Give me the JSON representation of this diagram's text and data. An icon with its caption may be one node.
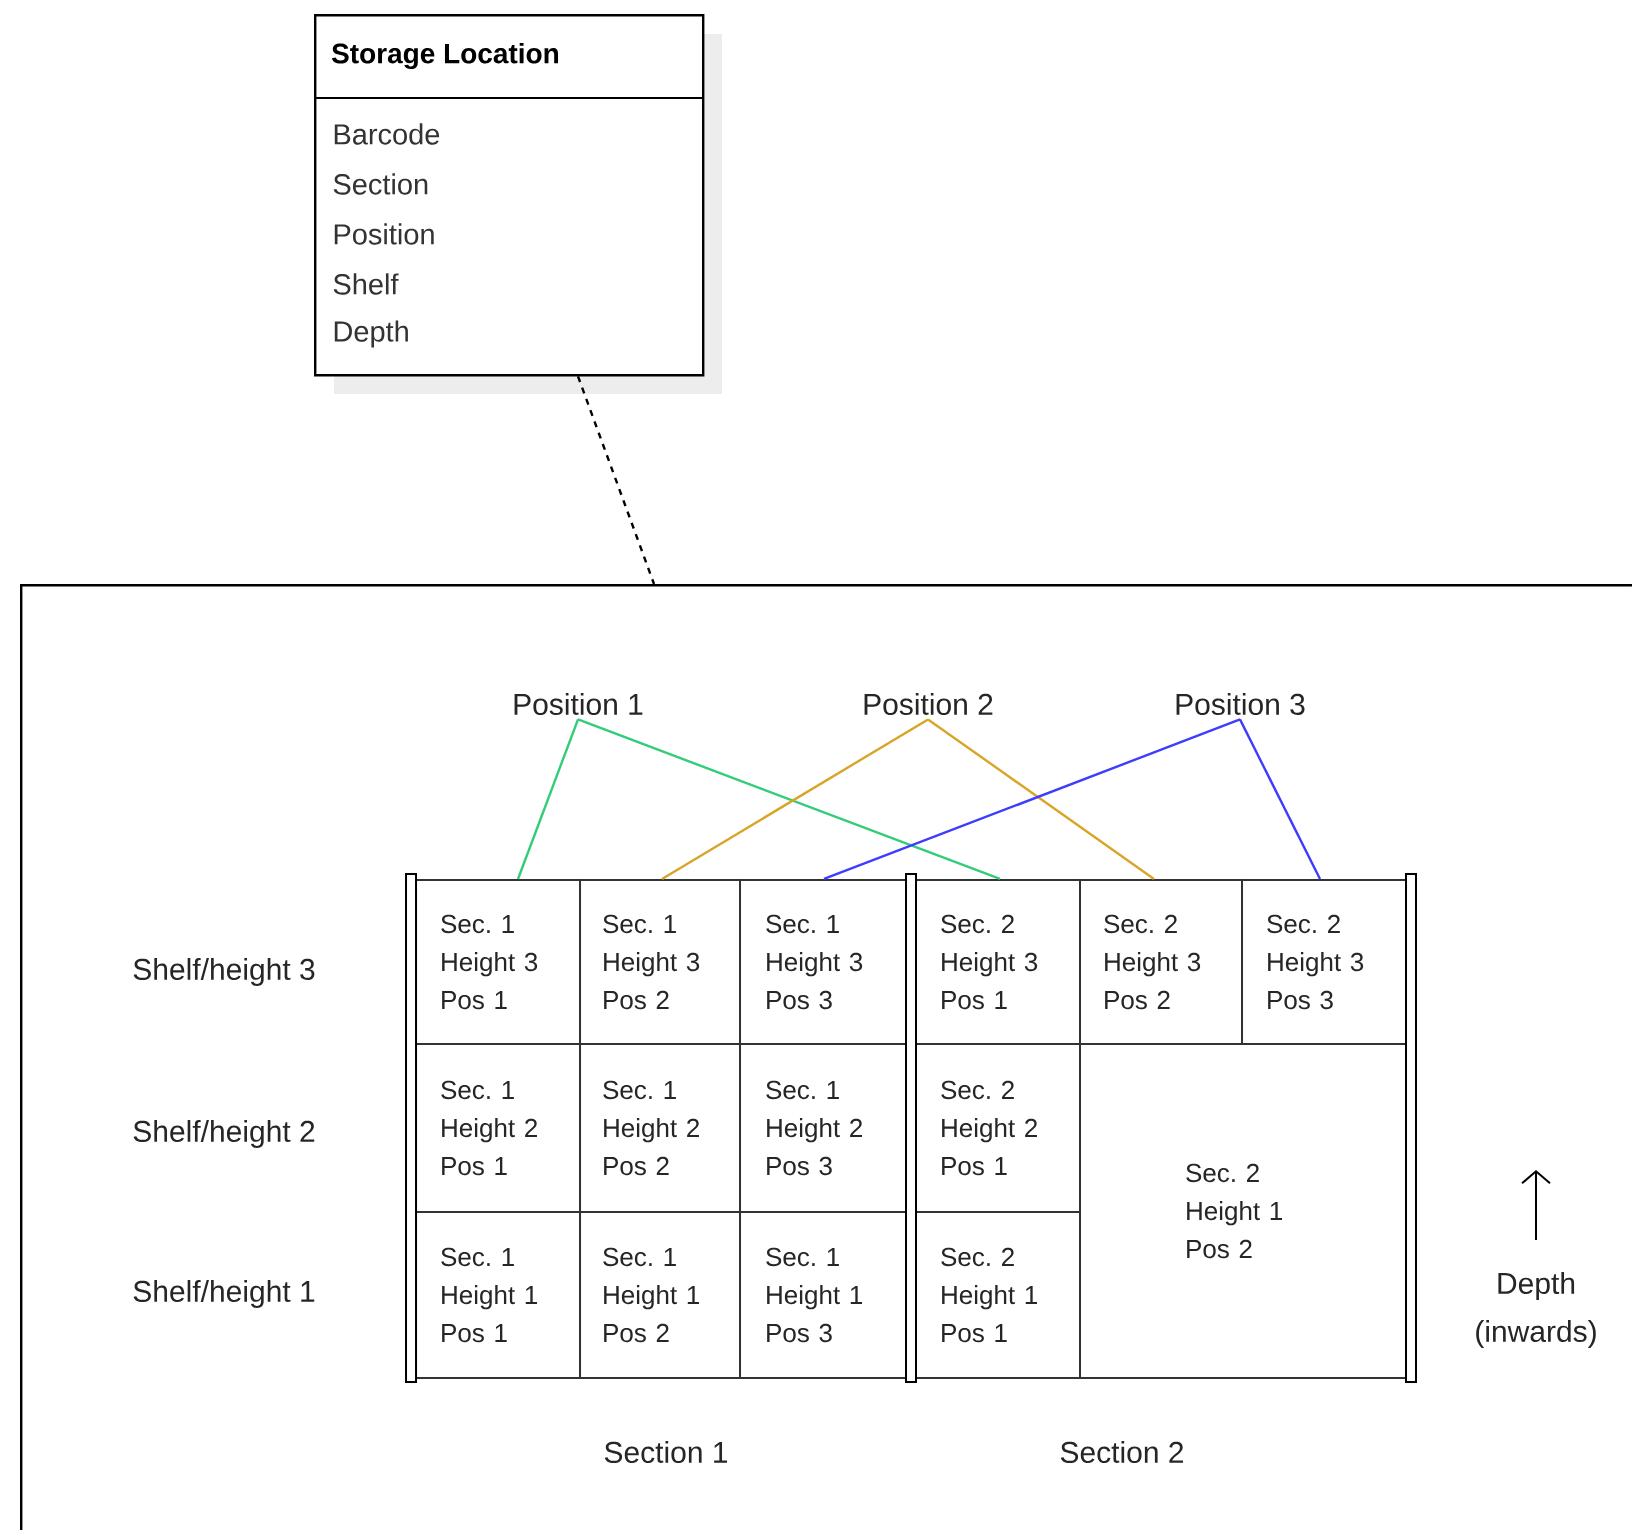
{
  "diagram": {
    "nodes": [
      {
        "text": [
          "Storage Location",
          "Barcode",
          "Section",
          "Position",
          "Shelf",
          "Depth"
        ]
      },
      {
        "text": [],
        "shape": "box"
      },
      {
        "text": [
          "Position 1"
        ],
        "in": 1
      },
      {
        "text": [
          "Position 2"
        ],
        "in": 1
      },
      {
        "text": [
          "Position 3"
        ],
        "in": 1
      },
      {
        "text": [
          "Sec. 1 Height 3 Pos 1"
        ],
        "in": 1
      },
      {
        "text": [
          "Sec. 1 Height 3 Pos 2"
        ],
        "in": 1
      },
      {
        "text": [
          "Sec. 1 Height 3 Pos 3"
        ],
        "in": 1
      },
      {
        "text": [
          "Sec. 2 Height 3 Pos 1"
        ],
        "in": 1
      },
      {
        "text": [
          "Sec. 2 Height 3 Pos 2"
        ],
        "in": 1
      },
      {
        "text": [
          "Sec. 2 Height 3 Pos 3"
        ],
        "in": 1
      },
      {
        "text": [
          "Sec. 1 Height 2 Pos 1"
        ],
        "in": 1
      },
      {
        "text": [
          "Sec. 1 Height 2 Pos 2"
        ],
        "in": 1
      },
      {
        "text": [
          "Sec. 1 Height 2 Pos 3"
        ],
        "in": 1
      },
      {
        "text": [
          "Sec. 2 Height 2 Pos 1"
        ],
        "in": 1
      },
      {
        "text": [
          "Sec. 2 Height 1 Pos 2"
        ],
        "in": 1
      },
      {
        "text": [
          "Sec. 1 Height 1 Pos 1"
        ],
        "in": 1
      },
      {
        "text": [
          "Sec. 1 Height 1 Pos 2"
        ],
        "in": 1
      },
      {
        "text": [
          "Sec. 1 Height 1 Pos 3"
        ],
        "in": 1
      },
      {
        "text": [
          "Sec. 2 Height 1 Pos 1"
        ],
        "in": 1
      }
    ],
    "edges": [
      {
        "from": 0,
        "to": 1,
        "arrow": "none",
        "style": "dashed",
        "color": "#000000"
      },
      {
        "from": 2,
        "to": 5,
        "arrow": "none",
        "color": "#33cc77"
      },
      {
        "from": 2,
        "to": 8,
        "arrow": "none",
        "color": "#33cc77"
      },
      {
        "from": 3,
        "to": 6,
        "arrow": "none",
        "color": "#d9a528"
      },
      {
        "from": 3,
        "to": 9,
        "arrow": "none",
        "color": "#d9a528"
      },
      {
        "from": 4,
        "to": 7,
        "arrow": "none",
        "color": "#3d3dff"
      },
      {
        "from": 4,
        "to": 10,
        "arrow": "none",
        "color": "#3d3dff"
      }
    ],
    "labels": [
      "Shelf/height 3",
      "Shelf/height 2",
      "Shelf/height 1",
      "Depth (inwards)",
      "Section 1",
      "Section 2"
    ]
  }
}
